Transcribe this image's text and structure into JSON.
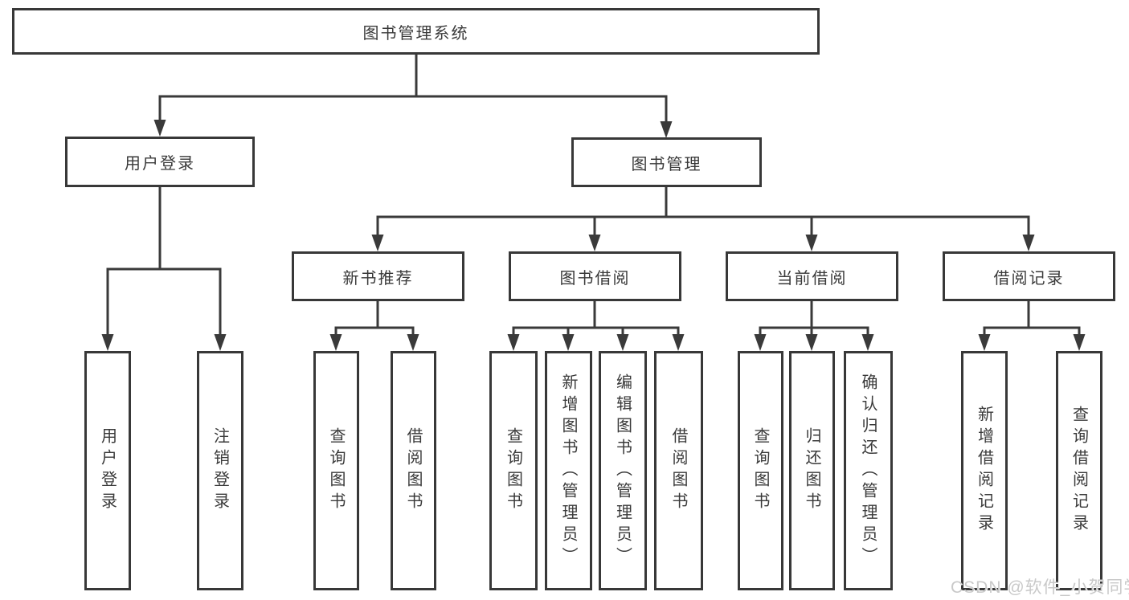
{
  "diagram": {
    "root": {
      "label": "图书管理系统"
    },
    "level2": {
      "user_login": {
        "label": "用户登录"
      },
      "book_mgmt": {
        "label": "图书管理"
      }
    },
    "level3": {
      "new_books": {
        "label": "新书推荐"
      },
      "book_borrow": {
        "label": "图书借阅"
      },
      "current_borrow": {
        "label": "当前借阅"
      },
      "borrow_records": {
        "label": "借阅记录"
      }
    },
    "leaves": {
      "user_login_1": {
        "label": "用户登录"
      },
      "user_login_2": {
        "label": "注销登录"
      },
      "new_books_1": {
        "label": "查询图书"
      },
      "new_books_2": {
        "label": "借阅图书"
      },
      "book_borrow_1": {
        "label": "查询图书"
      },
      "book_borrow_2": {
        "label": "新增图书（管理员）"
      },
      "book_borrow_3": {
        "label": "编辑图书（管理员）"
      },
      "book_borrow_4": {
        "label": "借阅图书"
      },
      "current_borrow_1": {
        "label": "查询图书"
      },
      "current_borrow_2": {
        "label": "归还图书"
      },
      "current_borrow_3": {
        "label": "确认归还（管理员）"
      },
      "borrow_records_1": {
        "label": "新增借阅记录"
      },
      "borrow_records_2": {
        "label": "查询借阅记录"
      }
    }
  },
  "watermark": {
    "text": "CSDN @软件_小贺同学"
  },
  "colors": {
    "line": "#3a3a3a",
    "box_border": "#383838",
    "background": "#ffffff",
    "watermark_text": "#c9c9c9"
  }
}
